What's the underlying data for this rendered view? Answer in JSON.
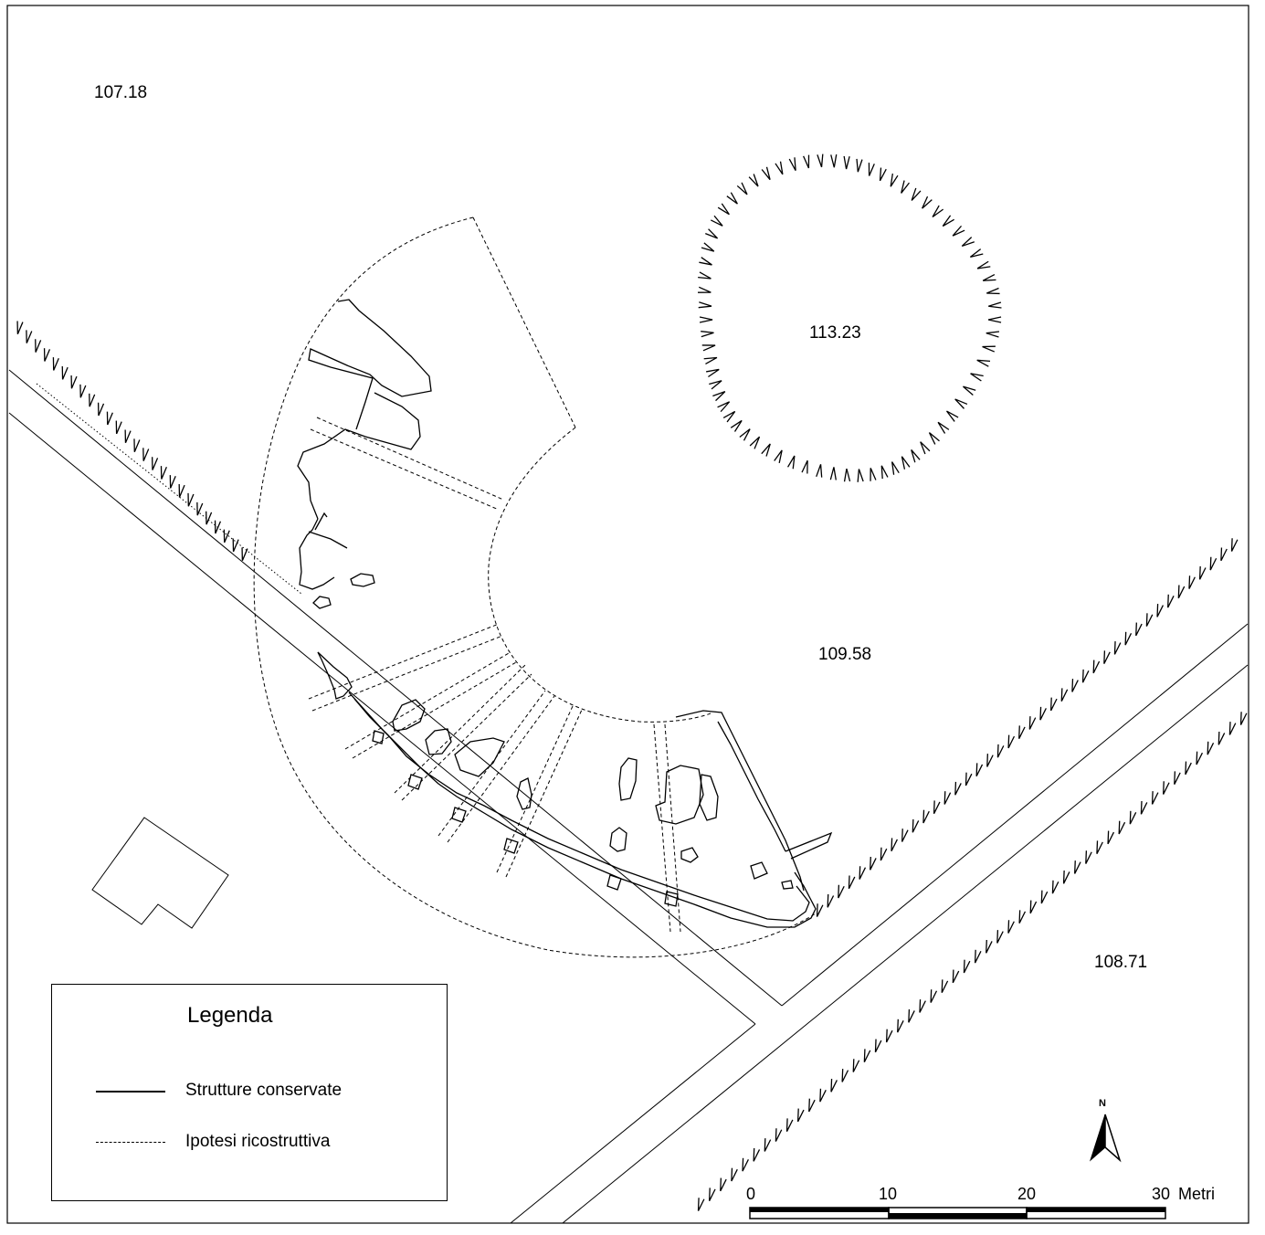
{
  "map": {
    "elevations": {
      "nw": "107.18",
      "mound": "113.23",
      "center": "109.58",
      "se": "108.71"
    }
  },
  "legend": {
    "title": "Legenda",
    "items": [
      {
        "label": "Strutture conservate",
        "style": "solid"
      },
      {
        "label": "Ipotesi ricostruttiva",
        "style": "dashed"
      }
    ]
  },
  "scale_bar": {
    "ticks": [
      "0",
      "10",
      "20",
      "30"
    ],
    "unit": "Metri"
  },
  "north_arrow": {
    "label": "N"
  }
}
